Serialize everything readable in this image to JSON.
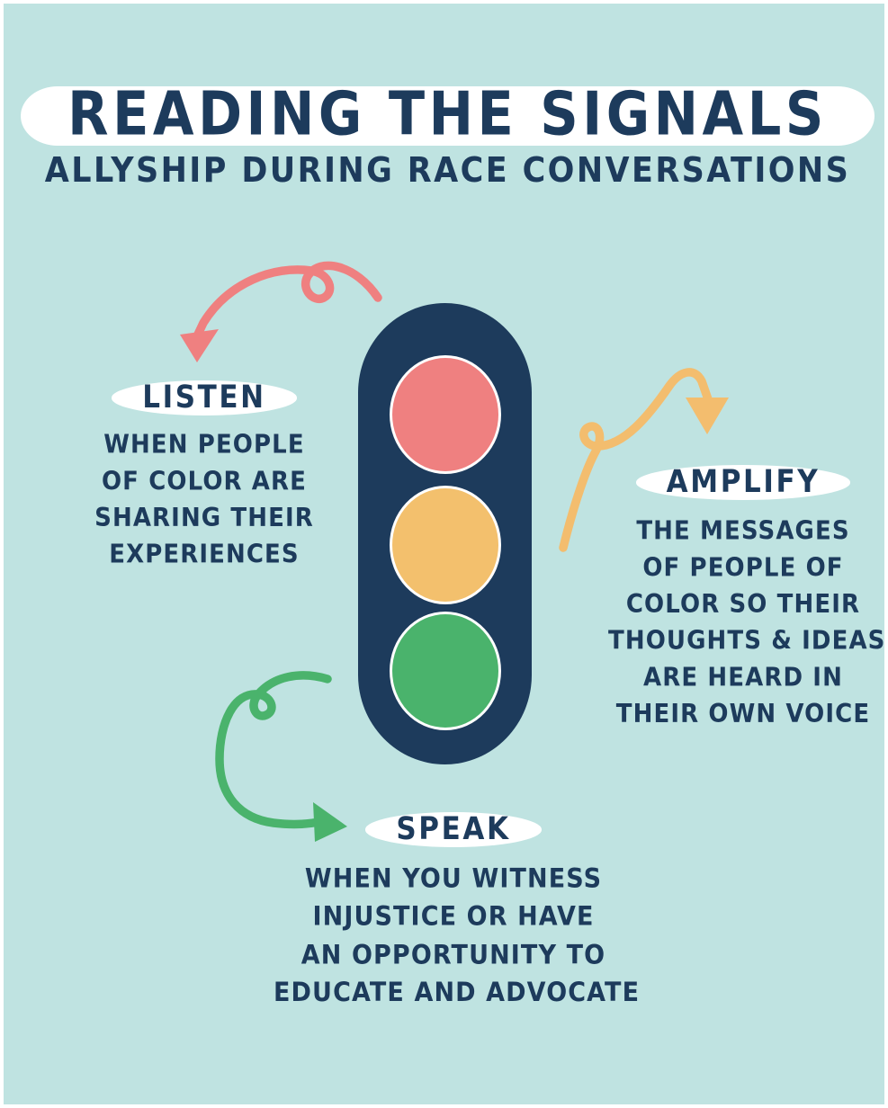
{
  "poster": {
    "background_color": "#bfe3e1",
    "ink_color": "#1d3b5c",
    "title": "READING THE SIGNALS",
    "subtitle": "ALLYSHIP DURING RACE CONVERSATIONS"
  },
  "traffic_light": {
    "body_color": "#1d3b5c",
    "lights": [
      {
        "name": "red-light",
        "color": "#ef8080",
        "signal": "LISTEN"
      },
      {
        "name": "yellow-light",
        "color": "#f3c06d",
        "signal": "AMPLIFY"
      },
      {
        "name": "green-light",
        "color": "#4ab36c",
        "signal": "SPEAK"
      }
    ]
  },
  "callouts": [
    {
      "id": "listen",
      "label": "LISTEN",
      "arrow_color": "#ef8080",
      "lines": [
        "WHEN PEOPLE",
        "OF COLOR ARE",
        "SHARING THEIR",
        "EXPERIENCES"
      ]
    },
    {
      "id": "amplify",
      "label": "AMPLIFY",
      "arrow_color": "#f3bd6e",
      "lines": [
        "THE MESSAGES",
        "OF PEOPLE OF",
        "COLOR SO THEIR",
        "THOUGHTS & IDEAS",
        "ARE HEARD IN",
        "THEIR OWN VOICE"
      ]
    },
    {
      "id": "speak",
      "label": "SPEAK",
      "arrow_color": "#4ab36c",
      "lines": [
        "WHEN YOU WITNESS",
        "INJUSTICE OR HAVE",
        "AN OPPORTUNITY TO",
        "EDUCATE AND ADVOCATE"
      ]
    }
  ]
}
